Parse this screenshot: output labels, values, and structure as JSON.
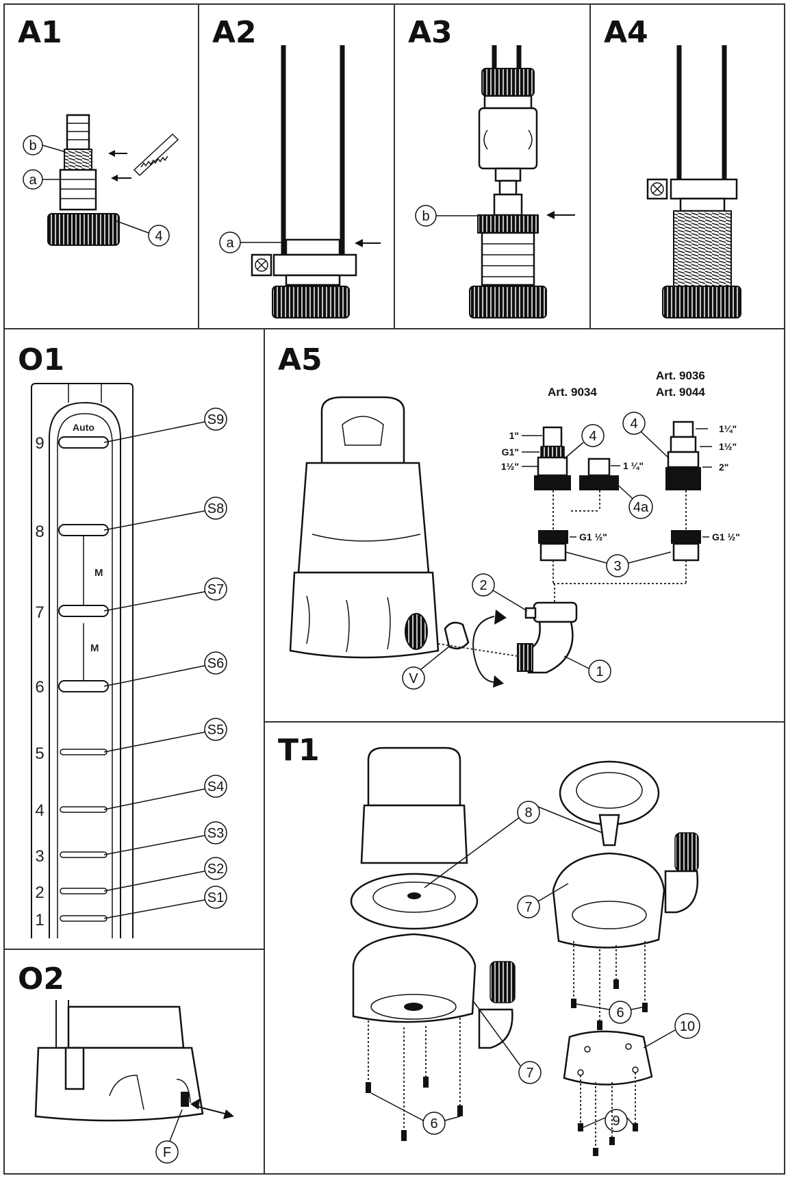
{
  "panels": {
    "a1": {
      "title": "A1",
      "labels": {
        "b": "b",
        "a": "a",
        "four": "4"
      }
    },
    "a2": {
      "title": "A2",
      "labels": {
        "a": "a"
      }
    },
    "a3": {
      "title": "A3",
      "labels": {
        "b": "b"
      }
    },
    "a4": {
      "title": "A4"
    },
    "o1": {
      "title": "O1",
      "auto": "Auto",
      "m1": "M",
      "m2": "M",
      "scale": [
        "9",
        "8",
        "7",
        "6",
        "5",
        "4",
        "3",
        "2",
        "1"
      ],
      "switches": [
        "S9",
        "S8",
        "S7",
        "S6",
        "S5",
        "S4",
        "S3",
        "S2",
        "S1"
      ]
    },
    "a5": {
      "title": "A5",
      "art_9034": "Art. 9034",
      "art_9036": "Art. 9036",
      "art_9044": "Art. 9044",
      "sizes_left": [
        "1\"",
        "G1\"",
        "1½\""
      ],
      "size_4a": "1 ¼\"",
      "sizes_right": [
        "1¼\"",
        "1½\"",
        "2\""
      ],
      "g_left": "G1 ½\"",
      "g_right": "G1 ½\"",
      "labels": {
        "four_left": "4",
        "four_right": "4",
        "four_a": "4a",
        "three": "3",
        "two": "2",
        "one": "1",
        "v": "V"
      }
    },
    "o2": {
      "title": "O2",
      "labels": {
        "f": "F"
      }
    },
    "t1": {
      "title": "T1",
      "labels": {
        "eight": "8",
        "seven_top": "7",
        "seven_bottom": "7",
        "six_top": "6",
        "six_bottom": "6",
        "ten": "10",
        "nine": "9"
      }
    }
  }
}
